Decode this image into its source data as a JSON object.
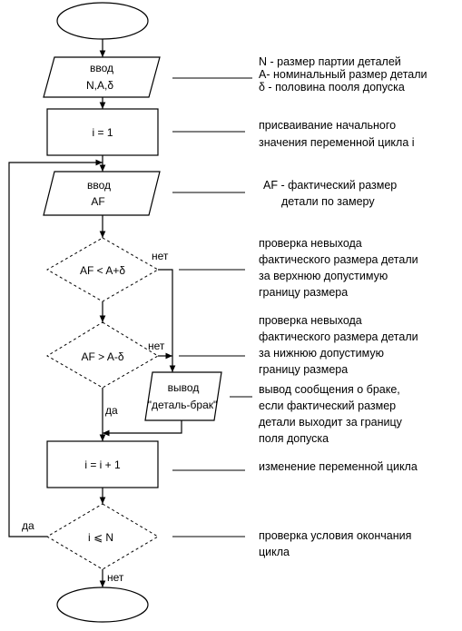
{
  "blocks": {
    "input1_title": "ввод",
    "input1_vars": "N,A,δ",
    "assign_init": "i = 1",
    "input2_title": "ввод",
    "input2_var": "AF",
    "decision1": "AF < A+δ",
    "decision2": "AF > A-δ",
    "output_title": "вывод",
    "output_text": "\"деталь-брак\"",
    "increment": "i = i + 1",
    "decision3": "i ⩽ N"
  },
  "branch_labels": {
    "d1_no": "нет",
    "d2_no": "нет",
    "d2_yes": "да",
    "d3_yes": "да",
    "d3_no": "нет"
  },
  "notes": {
    "input1": [
      "N - размер партии деталей",
      "A- номинальный размер детали",
      "δ - половина пооля допуска"
    ],
    "assign_init": [
      "присваивание начального",
      "значения переменной цикла i"
    ],
    "input2": [
      "AF - фактический размер",
      "детали по замеру"
    ],
    "decision1": [
      "проверка невыхода",
      "фактического размера детали",
      "за верхнюю допустимую",
      "границу размера"
    ],
    "decision2": [
      "проверка невыхода",
      "фактического размера детали",
      "за  нижнюю допустимую",
      "границу размера"
    ],
    "output": [
      "вывод сообщения о браке,",
      "если фактический размер",
      "детали выходит за границу",
      "поля допуска"
    ],
    "increment": [
      "изменение переменной цикла"
    ],
    "decision3": [
      "проверка условия окончания",
      "цикла"
    ]
  }
}
